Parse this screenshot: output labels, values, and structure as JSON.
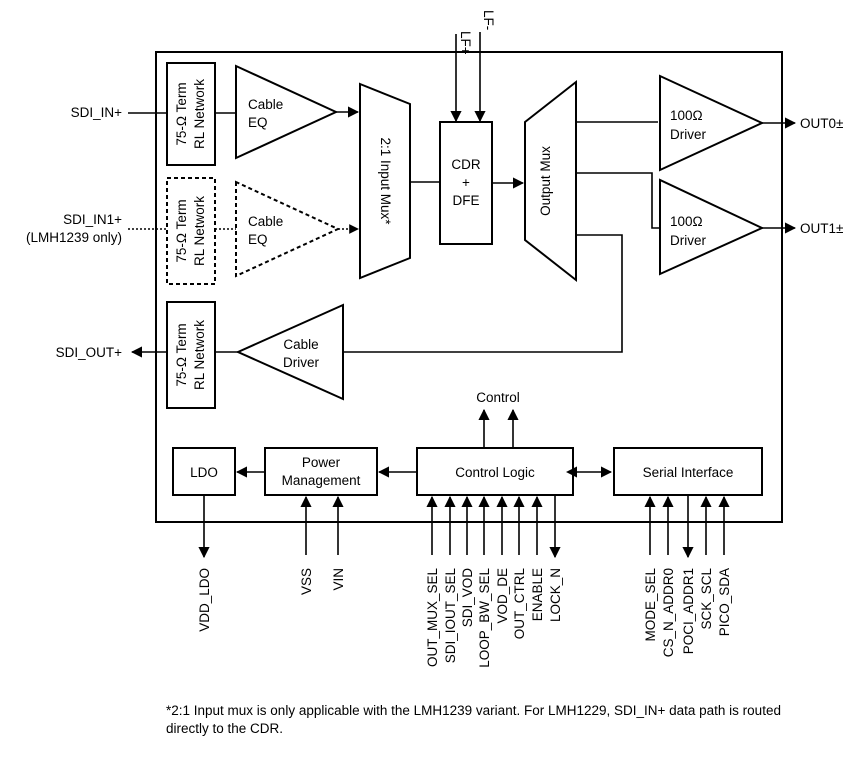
{
  "ports": {
    "sdi_in": "SDI_IN+",
    "sdi_in1": "SDI_IN1+",
    "sdi_in1_note": "(LMH1239 only)",
    "sdi_out": "SDI_OUT+",
    "lf_plus": "LF+",
    "lf_minus": "LF-",
    "out0": "OUT0±",
    "out1": "OUT1±"
  },
  "blocks": {
    "term_line1": "75-Ω Term",
    "term_line2": "RL Network",
    "eq_line1": "Cable",
    "eq_line2": "EQ",
    "input_mux": "2:1 Input Mux*",
    "cdr_line1": "CDR",
    "cdr_line2": "+",
    "cdr_line3": "DFE",
    "output_mux": "Output Mux",
    "driver_line1": "100Ω",
    "driver_line2": "Driver",
    "cable_driver_line1": "Cable",
    "cable_driver_line2": "Driver",
    "control": "Control",
    "ldo": "LDO",
    "power_line1": "Power",
    "power_line2": "Management",
    "control_logic": "Control Logic",
    "serial_interface": "Serial Interface"
  },
  "pins": {
    "vdd_ldo": "VDD_LDO",
    "vss": "VSS",
    "vin": "VIN",
    "control": [
      "OUT_MUX_SEL",
      "SDI_IOUT_SEL",
      "SDI_VOD",
      "LOOP_BW_SEL",
      "VOD_DE",
      "OUT_CTRL",
      "ENABLE",
      "LOCK_N"
    ],
    "serial": [
      "MODE_SEL",
      "CS_N_ADDR0",
      "POCI_ADDR1",
      "SCK_SCL",
      "PICO_SDA"
    ]
  },
  "footnote": "*2:1 Input mux is only applicable with the LMH1239 variant. For LMH1229, SDI_IN+ data path is routed directly to the CDR."
}
